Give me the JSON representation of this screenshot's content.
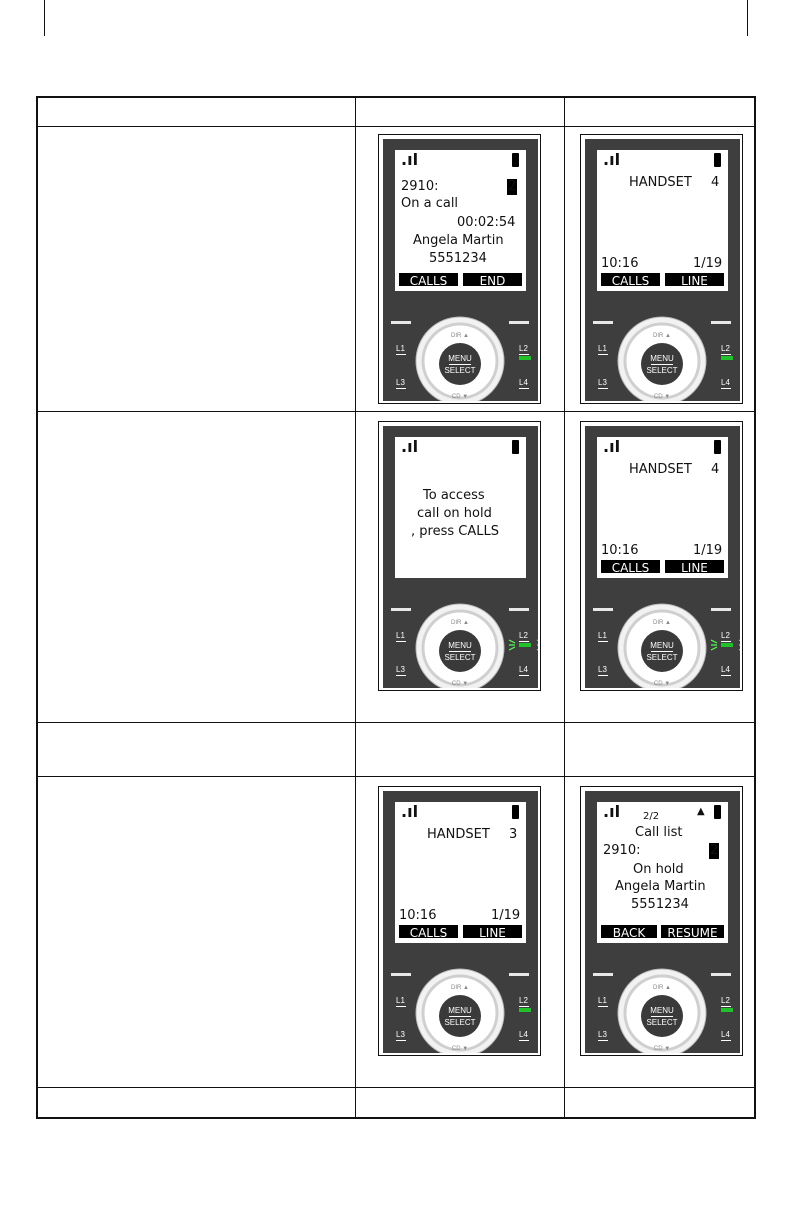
{
  "screens": [
    {
      "id": "on-call",
      "lines": [
        "2910:",
        "On a call",
        "00:02:54",
        "Angela Martin",
        "5551234"
      ],
      "line_number": "2",
      "softkeys": [
        "CALLS",
        "END"
      ],
      "l2_state": "steady"
    },
    {
      "id": "idle-handset-4",
      "lines": [
        "HANDSET",
        "4",
        "10:16",
        "1/19"
      ],
      "softkeys": [
        "CALLS",
        "LINE"
      ],
      "l2_state": "steady"
    },
    {
      "id": "access-hold",
      "lines": [
        "To access",
        "call on hold",
        ", press CALLS"
      ],
      "l2_state": "flashing"
    },
    {
      "id": "idle-handset-4b",
      "lines": [
        "HANDSET",
        "4",
        "10:16",
        "1/19"
      ],
      "softkeys": [
        "CALLS",
        "LINE"
      ],
      "l2_state": "flashing"
    },
    {
      "id": "idle-handset-3",
      "lines": [
        "HANDSET",
        "3",
        "10:16",
        "1/19"
      ],
      "softkeys": [
        "CALLS",
        "LINE"
      ],
      "l2_state": "steady"
    },
    {
      "id": "call-list",
      "lines": [
        "2/2",
        "Call list",
        "2910:",
        "On hold",
        "Angela Martin",
        "5551234"
      ],
      "line_number": "2",
      "softkeys": [
        "BACK",
        "RESUME"
      ],
      "l2_state": "steady"
    }
  ],
  "keypad": {
    "dir_label": "DIR",
    "cd_label": "CD",
    "menu_label": "MENU",
    "select_label": "SELECT",
    "line_keys": [
      "L1",
      "L2",
      "L3",
      "L4"
    ]
  },
  "colors": {
    "led_green": "#22c02a",
    "body": "#3e3e3e",
    "accent_green": "#5aff5a"
  }
}
